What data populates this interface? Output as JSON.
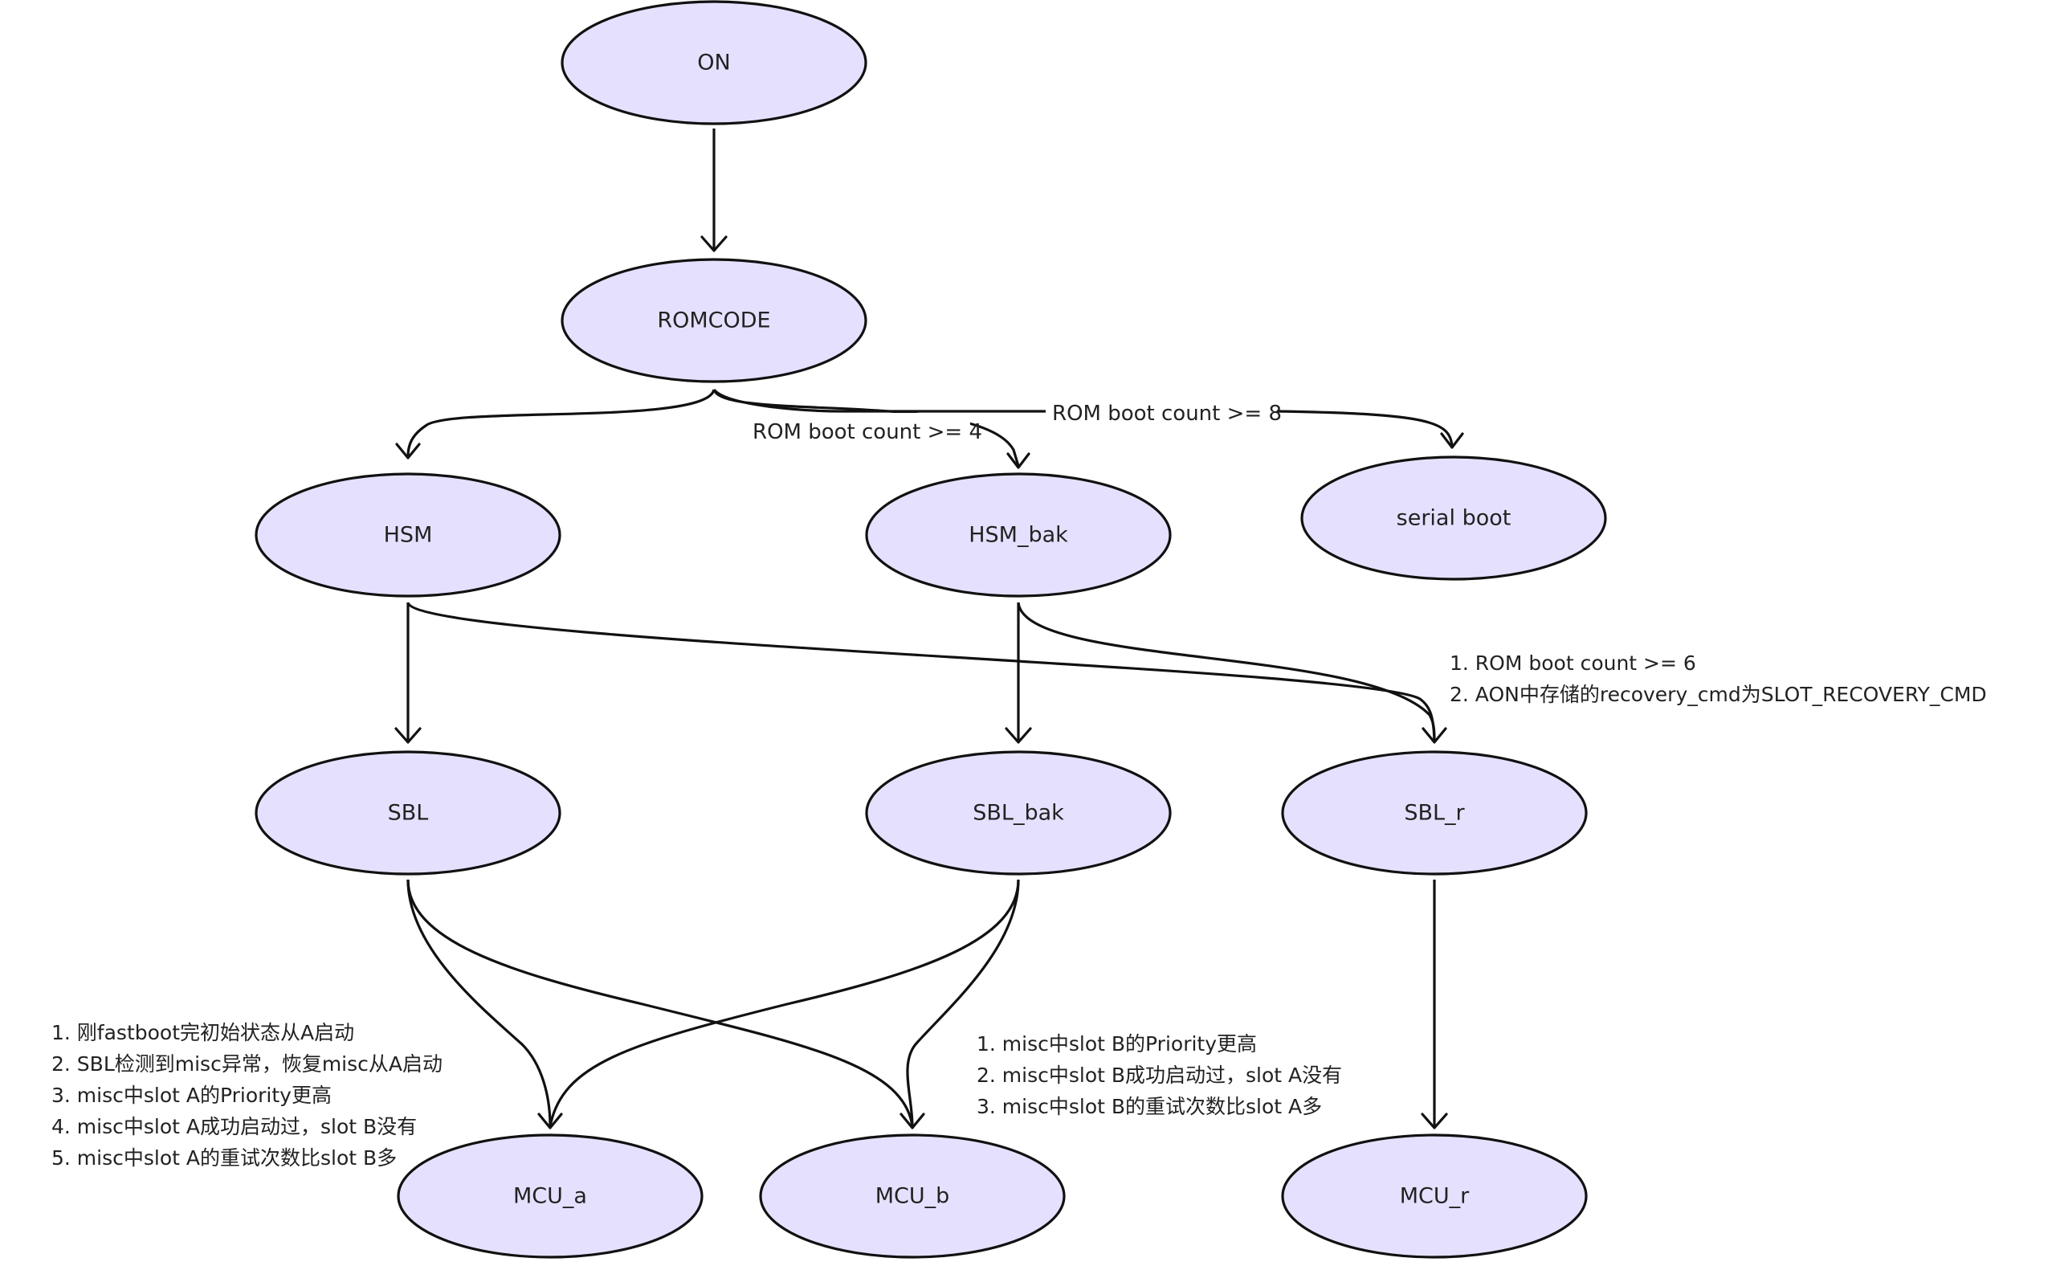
{
  "nodes": {
    "on": "ON",
    "romcode": "ROMCODE",
    "hsm": "HSM",
    "hsm_bak": "HSM_bak",
    "serial_boot": "serial boot",
    "sbl": "SBL",
    "sbl_bak": "SBL_bak",
    "sbl_r": "SBL_r",
    "mcu_a": "MCU_a",
    "mcu_b": "MCU_b",
    "mcu_r": "MCU_r"
  },
  "edge_labels": {
    "rom_ge_4": "ROM boot count >= 4",
    "rom_ge_8": "ROM boot count >= 8"
  },
  "notes": {
    "sbl_r_conditions": [
      "1. ROM boot count >= 6",
      "2. AON中存储的recovery_cmd为SLOT_RECOVERY_CMD"
    ],
    "mcu_a_conditions": [
      "1. 刚fastboot完初始状态从A启动",
      "2. SBL检测到misc异常，恢复misc从A启动",
      "3. misc中slot A的Priority更高",
      "4. misc中slot A成功启动过，slot B没有",
      "5. misc中slot A的重试次数比slot B多"
    ],
    "mcu_b_conditions": [
      "1. misc中slot B的Priority更高",
      "2. misc中slot B成功启动过，slot A没有",
      "3. misc中slot B的重试次数比slot A多"
    ]
  },
  "colors": {
    "node_fill": "#e6e0ff",
    "stroke": "#111111",
    "text": "#222222",
    "background": "#ffffff"
  }
}
